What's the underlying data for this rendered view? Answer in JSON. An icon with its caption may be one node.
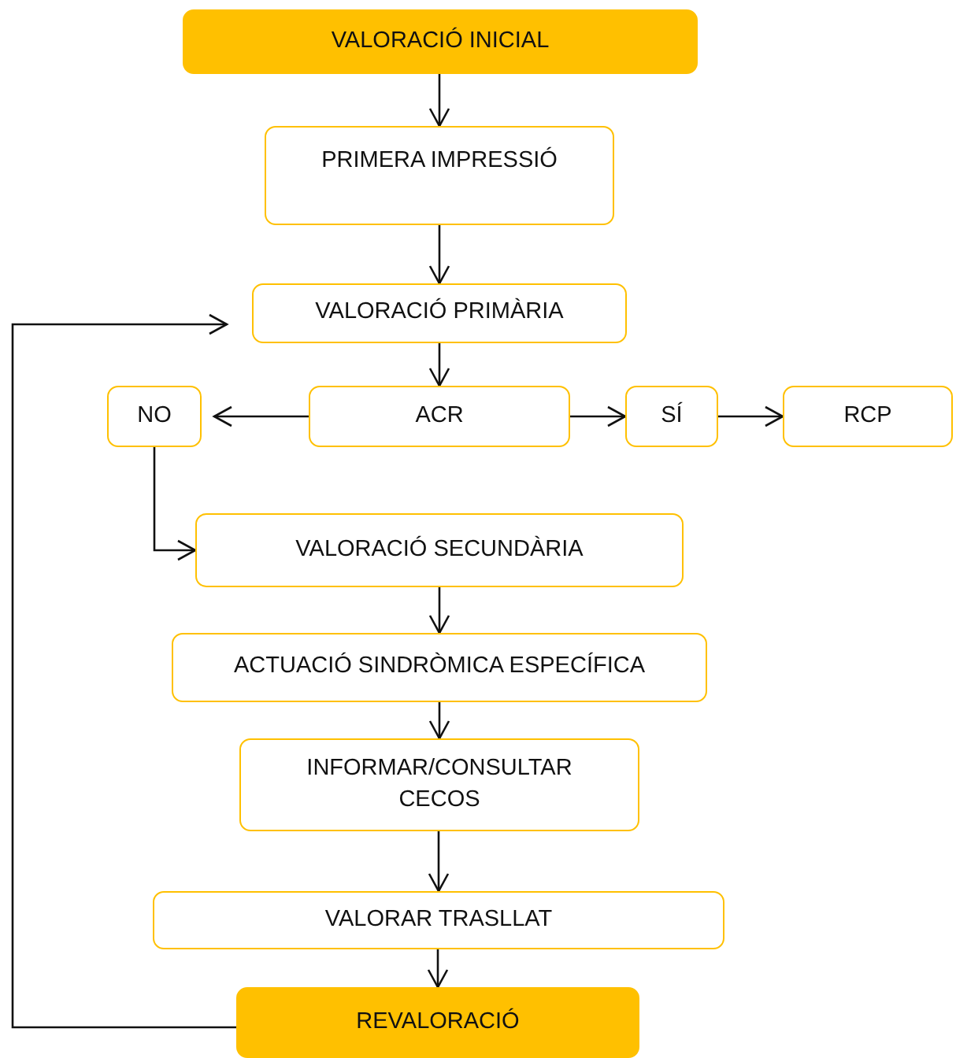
{
  "diagram": {
    "nodes": [
      {
        "text": [
          "VALORACIÓ INICIAL"
        ]
      },
      {
        "text": [
          "PRIMERA IMPRESSIÓ"
        ]
      },
      {
        "text": [
          "VALORACIÓ PRIMÀRIA"
        ]
      },
      {
        "text": [
          "NO"
        ]
      },
      {
        "text": [
          "ACR"
        ]
      },
      {
        "text": [
          "SÍ"
        ]
      },
      {
        "text": [
          "RCP"
        ]
      },
      {
        "text": [
          "VALORACIÓ SECUNDÀRIA"
        ]
      },
      {
        "text": [
          "ACTUACIÓ SINDRÒMICA ESPECÍFICA"
        ]
      },
      {
        "text": [
          "INFORMAR/CONSULTAR CECOS"
        ]
      },
      {
        "text": [
          "VALORAR TRASLLAT"
        ]
      },
      {
        "text": [
          "REVALORACIÓ"
        ]
      }
    ],
    "edges": [
      {
        "from": 0,
        "to": 1,
        "arrow": "to"
      },
      {
        "from": 1,
        "to": 2,
        "arrow": "to"
      },
      {
        "from": 2,
        "to": 4,
        "arrow": "to"
      },
      {
        "from": 4,
        "to": 3,
        "arrow": "to"
      },
      {
        "from": 4,
        "to": 5,
        "arrow": "to"
      },
      {
        "from": 5,
        "to": 6,
        "arrow": "to"
      },
      {
        "from": 3,
        "to": 7,
        "arrow": "to"
      },
      {
        "from": 7,
        "to": 8,
        "arrow": "to"
      },
      {
        "from": 8,
        "to": 9,
        "arrow": "to"
      },
      {
        "from": 9,
        "to": 10,
        "arrow": "to"
      },
      {
        "from": 10,
        "to": 11,
        "arrow": "to"
      },
      {
        "from": 11,
        "to": 2,
        "arrow": "to"
      }
    ]
  }
}
